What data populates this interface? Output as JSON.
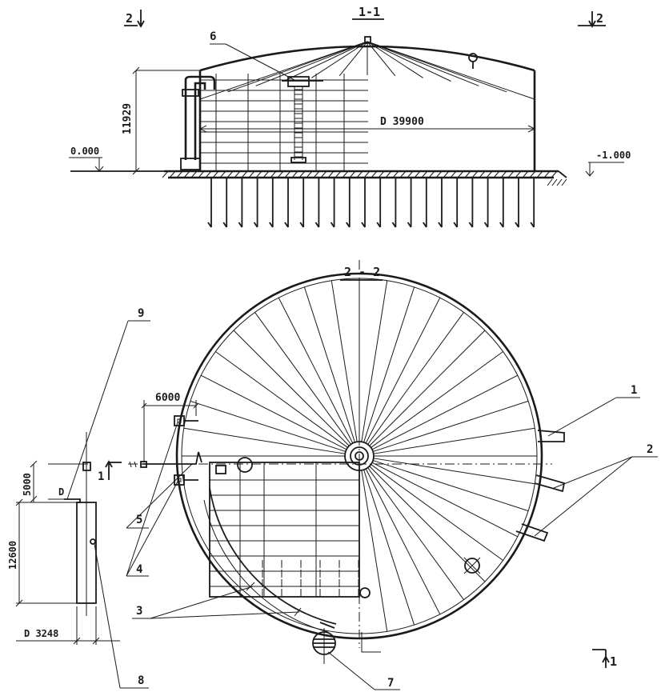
{
  "sections": {
    "elevation_title": "1-1",
    "plan_title": "2 - 2",
    "cut_2_left": "2",
    "cut_2_right": "2",
    "cut_1_bottom": "1",
    "cut_1_left": "1"
  },
  "dimensions": {
    "height": "11929",
    "diameter": "D 39900",
    "level_zero": "0.000",
    "level_minus": "-1.000",
    "spacing": "6000",
    "small_tank_gap": "5000",
    "small_tank_height": "12600",
    "small_tank_diameter": "D 3248"
  },
  "callouts": [
    "1",
    "2",
    "3",
    "4",
    "5",
    "6",
    "7",
    "8",
    "9"
  ],
  "small_tank_mark": "D"
}
